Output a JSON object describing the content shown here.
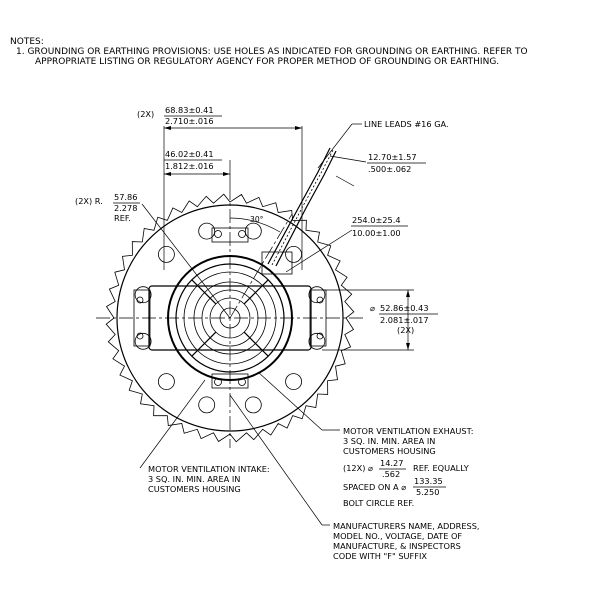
{
  "notes": {
    "heading": "NOTES:",
    "line1": "1. GROUNDING OR EARTHING PROVISIONS:  USE HOLES AS INDICATED FOR GROUNDING OR EARTHING. REFER TO",
    "line2": "APPROPRIATE LISTING OR REGULATORY AGENCY FOR PROPER METHOD OF GROUNDING OR EARTHING."
  },
  "dimensions": {
    "overall_width": {
      "prefix": "(2X)",
      "mm": "68.83±0.41",
      "inch": "2.710±.016"
    },
    "half_width": {
      "mm": "46.02±0.41",
      "inch": "1.812±.016"
    },
    "radius": {
      "prefix": "(2X) R.",
      "mm": "57.86",
      "inch": "2.278",
      "suffix": "REF."
    },
    "angle": "30°",
    "lead_offset": {
      "mm": "12.70±1.57",
      "inch": ".500±.062"
    },
    "lead_length": {
      "mm": "254.0±25.4",
      "inch": "10.00±1.00"
    },
    "hole_spacing": {
      "prefix": "⌀",
      "mm": "52.86±0.43",
      "inch": "2.081±.017",
      "suffix": "(2X)"
    }
  },
  "callouts": {
    "line_leads": "LINE LEADS #16 GA.",
    "exhaust": [
      "MOTOR VENTILATION EXHAUST:",
      "3 SQ. IN. MIN. AREA IN",
      "CUSTOMERS HOUSING"
    ],
    "holes": {
      "qty": "(12X) ⌀",
      "dia_mm": "14.27",
      "dia_inch": ".562",
      "ref": "REF. EQUALLY",
      "spaced": "SPACED ON A ⌀",
      "bc_mm": "133.35",
      "bc_inch": "5.250",
      "bolt": "BOLT CIRCLE REF."
    },
    "intake": [
      "MOTOR VENTILATION INTAKE:",
      "3 SQ. IN. MIN. AREA IN",
      "CUSTOMERS HOUSING"
    ],
    "label": [
      "MANUFACTURERS NAME, ADDRESS,",
      "MODEL NO., VOLTAGE, DATE OF",
      "MANUFACTURE, & INSPECTORS",
      "CODE WITH \"F\" SUFFIX"
    ]
  }
}
